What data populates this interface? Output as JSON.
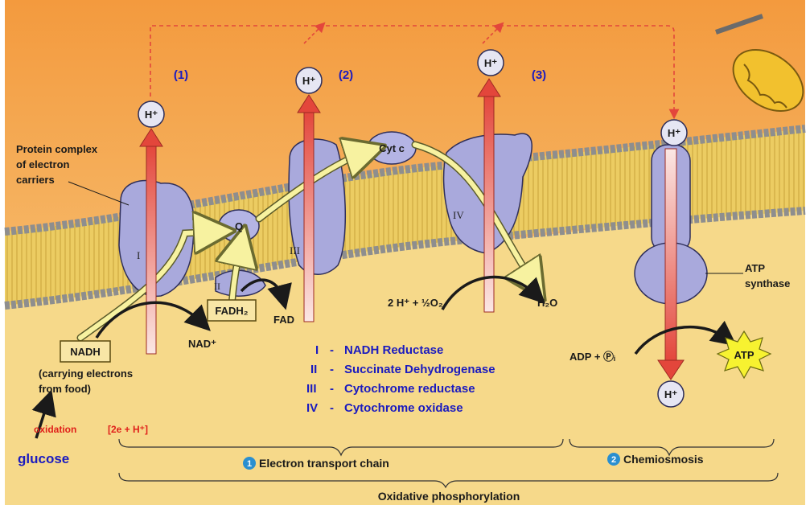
{
  "step_labels": [
    "(1)",
    "(2)",
    "(3)"
  ],
  "proton": "H⁺",
  "complex_caption": [
    "Protein complex",
    "of electron",
    "carriers"
  ],
  "complex_numerals": [
    "I",
    "II",
    "III",
    "IV"
  ],
  "carriers": {
    "q": "Q",
    "cyt_c": "Cyt c"
  },
  "molecules": {
    "fadh2": "FADH₂",
    "fad": "FAD",
    "nadh": "NADH",
    "nad": "NAD⁺",
    "water_reactants": "2 H⁺ + ½O₂",
    "water": "H₂O",
    "adp": "ADP + Ⓟᵢ",
    "atp": "ATP"
  },
  "nadh_note": [
    "(carrying electrons",
    "from food)"
  ],
  "oxidation": {
    "word": "oxidation",
    "detail": "[2e + H⁺]"
  },
  "glucose": "glucose",
  "atp_synthase": [
    "ATP",
    "synthase"
  ],
  "legend": [
    {
      "numeral": "I",
      "name": "NADH Reductase"
    },
    {
      "numeral": "II",
      "name": "Succinate Dehydrogenase"
    },
    {
      "numeral": "III",
      "name": "Cytochrome reductase"
    },
    {
      "numeral": "IV",
      "name": "Cytochrome oxidase"
    }
  ],
  "brackets": {
    "etc_number": "1",
    "etc": "Electron transport chain",
    "chemi_number": "2",
    "chemi": "Chemiosmosis",
    "oxphos": "Oxidative phosphorylation"
  },
  "colors": {
    "intermembrane": "#f4a24a",
    "matrix": "#f6d98a",
    "lipid_tails": "#e8c75a",
    "lipid_heads": "#9a9a9a",
    "protein": "#a9a9dc",
    "proton_arrow": "#e3463b",
    "legend_text": "#1b1bbf",
    "atp_star": "#f7f230"
  }
}
